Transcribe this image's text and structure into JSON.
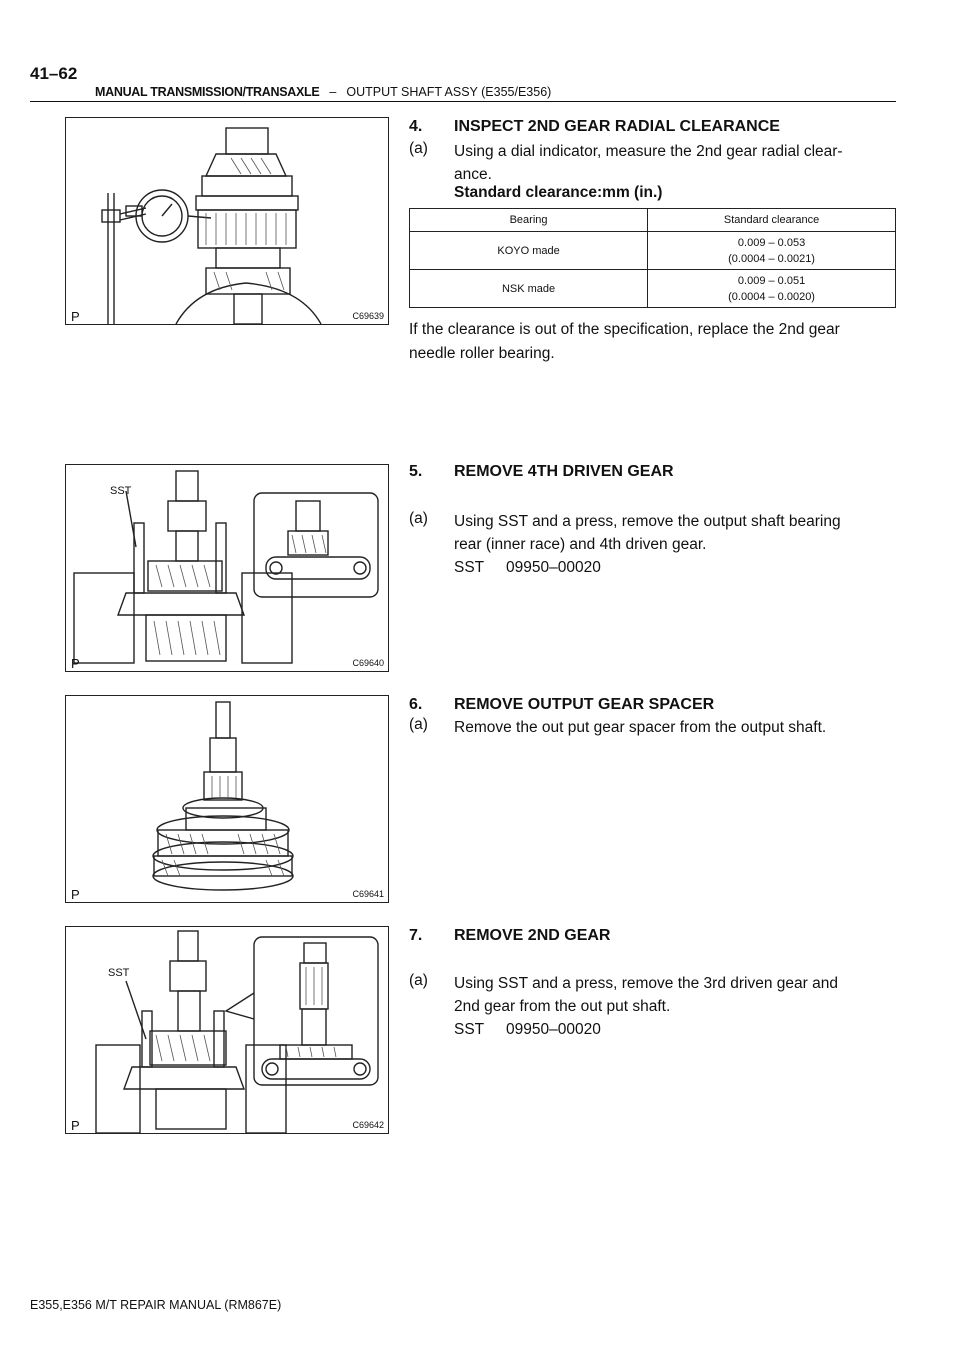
{
  "header": {
    "page_number": "41–62",
    "section": "MANUAL TRANSMISSION/TRANSAXLE",
    "separator": "–",
    "subsection": "OUTPUT SHAFT ASSY (E355/E356)"
  },
  "figures": [
    {
      "code": "C69639",
      "p_mark": "P",
      "sst_label": ""
    },
    {
      "code": "C69640",
      "p_mark": "P",
      "sst_label": "SST"
    },
    {
      "code": "C69641",
      "p_mark": "P",
      "sst_label": ""
    },
    {
      "code": "C69642",
      "p_mark": "P",
      "sst_label": "SST"
    }
  ],
  "steps": [
    {
      "number": "4.",
      "title": "INSPECT 2ND GEAR RADIAL CLEARANCE",
      "sub_label": "(a)",
      "sub_line1": "Using a dial indicator, measure the 2nd gear radial clear-",
      "sub_line2": "ance.",
      "standard_label": "Standard clearance:mm (in.)",
      "table": {
        "headers": [
          "Bearing",
          "Standard clearance"
        ],
        "rows": [
          {
            "bearing": "KOYO made",
            "mm": "0.009 – 0.053",
            "in": "(0.0004 – 0.0021)"
          },
          {
            "bearing": "NSK made",
            "mm": "0.009 – 0.051",
            "in": "(0.0004 – 0.0020)"
          }
        ]
      },
      "note_line1": "If the clearance is out of the specification, replace the 2nd gear",
      "note_line2": "needle roller bearing."
    },
    {
      "number": "5.",
      "title": "REMOVE 4TH DRIVEN GEAR",
      "sub_label": "(a)",
      "sub_line1": "Using SST and a press, remove the output shaft bearing",
      "sub_line2": "rear (inner race) and 4th driven gear.",
      "sst_label": "SST",
      "sst_number": "09950–00020"
    },
    {
      "number": "6.",
      "title": "REMOVE OUTPUT GEAR SPACER",
      "sub_label": "(a)",
      "sub_line1": "Remove the out put gear spacer from the output shaft."
    },
    {
      "number": "7.",
      "title": "REMOVE 2ND GEAR",
      "sub_label": "(a)",
      "sub_line1": "Using SST and a press, remove the 3rd driven gear and",
      "sub_line2": "2nd gear from the out put shaft.",
      "sst_label": "SST",
      "sst_number": "09950–00020"
    }
  ],
  "footer": "E355,E356 M/T REPAIR MANUAL   (RM867E)"
}
